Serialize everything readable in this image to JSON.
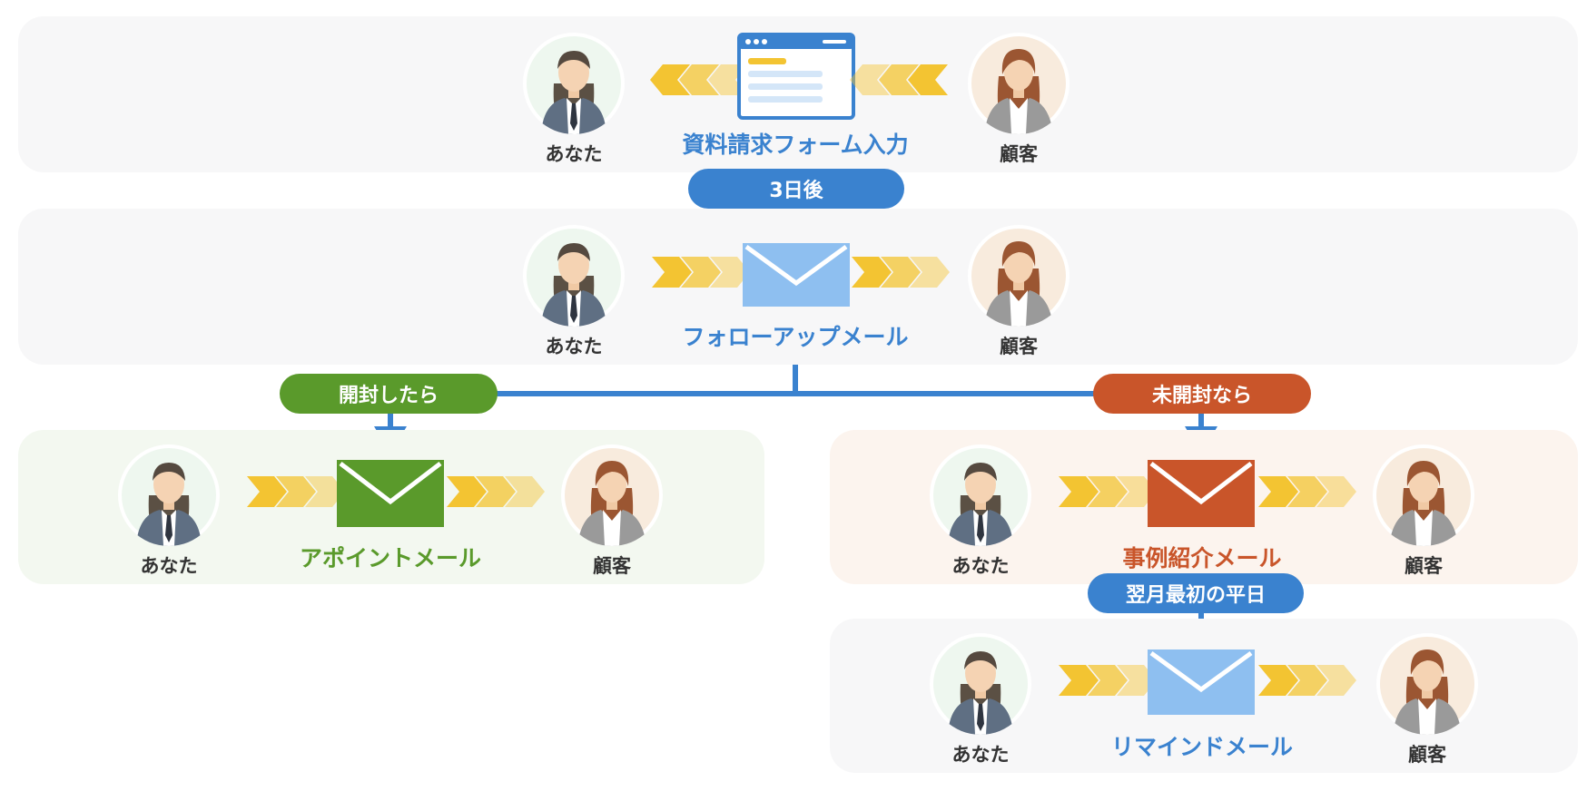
{
  "diagram": {
    "colors": {
      "blue": "#3a82cf",
      "light_blue": "#8ebff0",
      "green": "#5a9a2b",
      "orange": "#c9552a",
      "yellow": "#f3c432"
    },
    "labels": {
      "you": "あなた",
      "customer": "顧客"
    },
    "steps": [
      {
        "id": "form",
        "label": "資料請求フォーム入力",
        "icon": "browser-form-icon",
        "direction": "customer-to-you"
      },
      {
        "id": "followup",
        "label": "フォローアップメール",
        "icon": "envelope-icon",
        "direction": "you-to-customer"
      },
      {
        "id": "appointment",
        "label": "アポイントメール",
        "icon": "envelope-icon",
        "direction": "you-to-customer"
      },
      {
        "id": "case_study",
        "label": "事例紹介メール",
        "icon": "envelope-icon",
        "direction": "you-to-customer"
      },
      {
        "id": "reminder",
        "label": "リマインドメール",
        "icon": "envelope-icon",
        "direction": "you-to-customer"
      }
    ],
    "conditions": {
      "after_3_days": "3日後",
      "if_opened": "開封したら",
      "if_unopened": "未開封なら",
      "first_weekday_next_month": "翌月最初の平日"
    }
  }
}
